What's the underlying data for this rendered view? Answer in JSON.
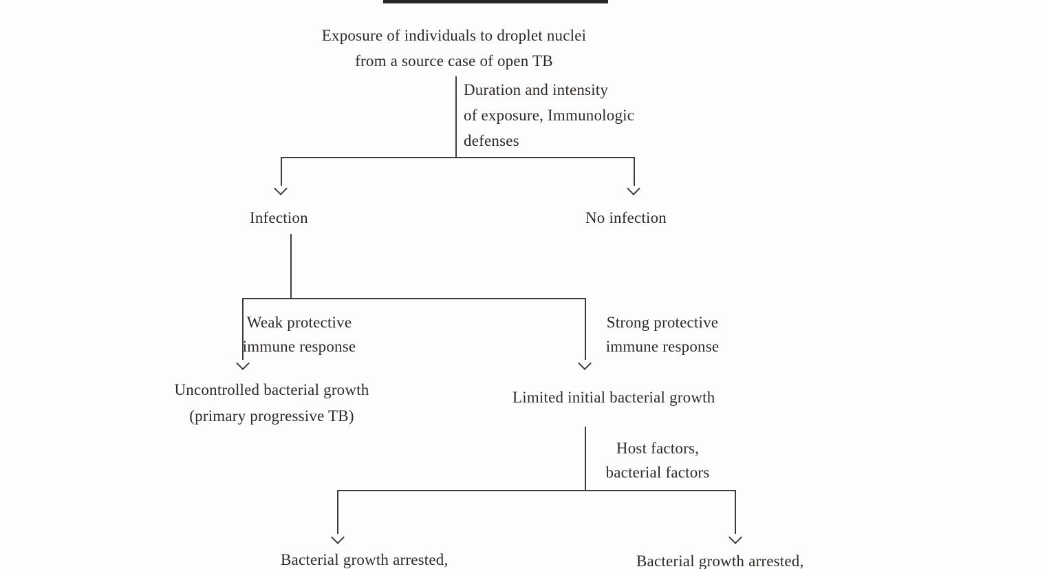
{
  "colors": {
    "background": "#fdfdfd",
    "text": "#2e2a28",
    "line": "#3c3c3c",
    "top_bar": "#262626"
  },
  "flowchart": {
    "exposure": "Exposure of individuals to droplet nuclei\nfrom a source case of open TB",
    "duration_label": "Duration and intensity\nof exposure, Immunologic\ndefenses",
    "infection": "Infection",
    "no_infection": "No infection",
    "weak_label": "Weak protective\nimmune response",
    "strong_label": "Strong protective\nimmune response",
    "uncontrolled": "Uncontrolled bacterial growth\n(primary progressive TB)",
    "limited": "Limited initial bacterial growth",
    "host_label": "Host factors,\nbacterial factors",
    "arrested_left": "Bacterial growth arrested,",
    "arrested_right": "Bacterial growth arrested,"
  }
}
